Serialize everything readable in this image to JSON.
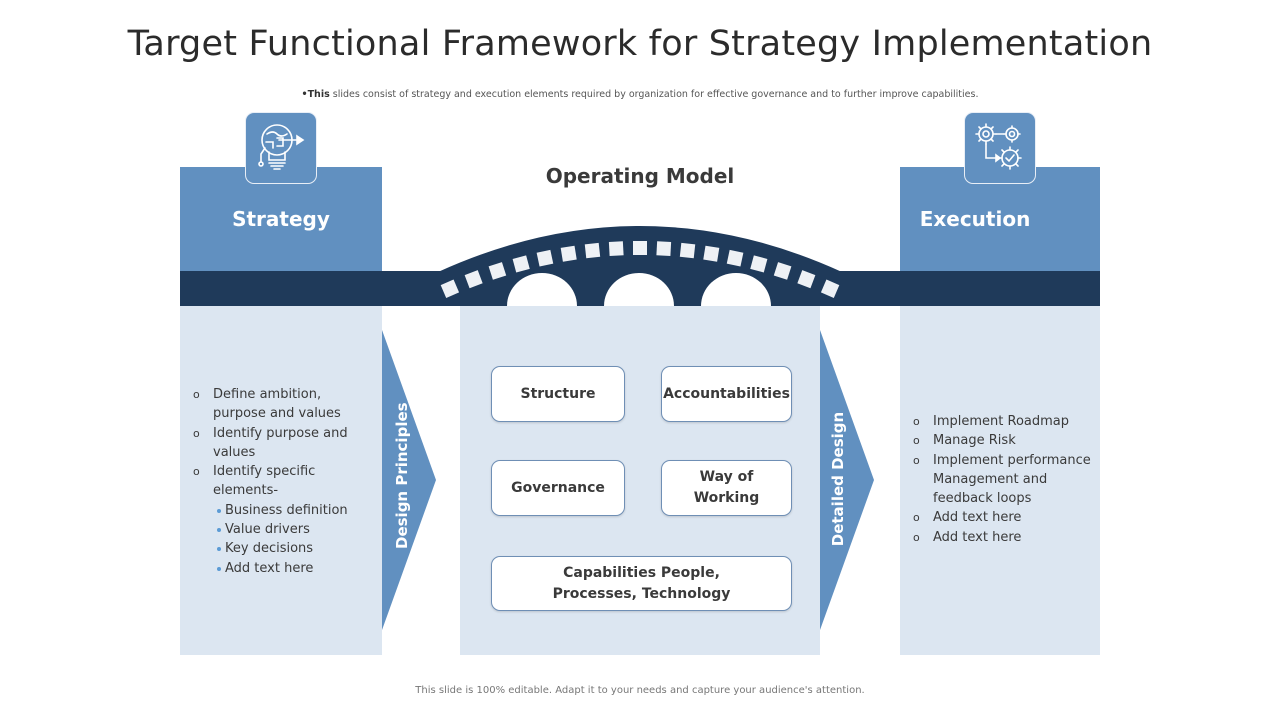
{
  "title": "Target Functional Framework for Strategy Implementation",
  "subtitle": {
    "bold": "•This",
    "text": " slides consist of strategy  and execution elements required by organization for effective governance and to further improve capabilities."
  },
  "footer": "This slide is 100% editable. Adapt it to your needs and capture  your audience's attention.",
  "colors": {
    "header_blue": "#6190c0",
    "bridge_navy": "#1f3a5a",
    "panel_light": "#dce6f1",
    "card_border": "#6f8fb5"
  },
  "strategy": {
    "label": "Strategy",
    "icon": "lightbulb-brain-icon",
    "items": [
      {
        "text": "Define ambition, purpose and values"
      },
      {
        "text": "Identify purpose and values"
      },
      {
        "text": "Identify specific elements-",
        "sub": [
          "Business definition",
          "Value drivers",
          "Key decisions",
          "Add text here"
        ]
      }
    ]
  },
  "operating_model": {
    "label": "Operating Model",
    "cards": [
      "Structure",
      "Accountabilities",
      "Governance",
      "Way of Working",
      "Capabilities People, Processes, Technology"
    ]
  },
  "arrows": {
    "left": "Design  Principles",
    "right": "Detailed  Design"
  },
  "execution": {
    "label": "Execution",
    "icon": "gears-workflow-icon",
    "items": [
      "Implement Roadmap",
      "Manage Risk",
      "Implement performance Management and feedback loops",
      "Add text here",
      "Add text here"
    ]
  },
  "bullet_glyph": "o"
}
